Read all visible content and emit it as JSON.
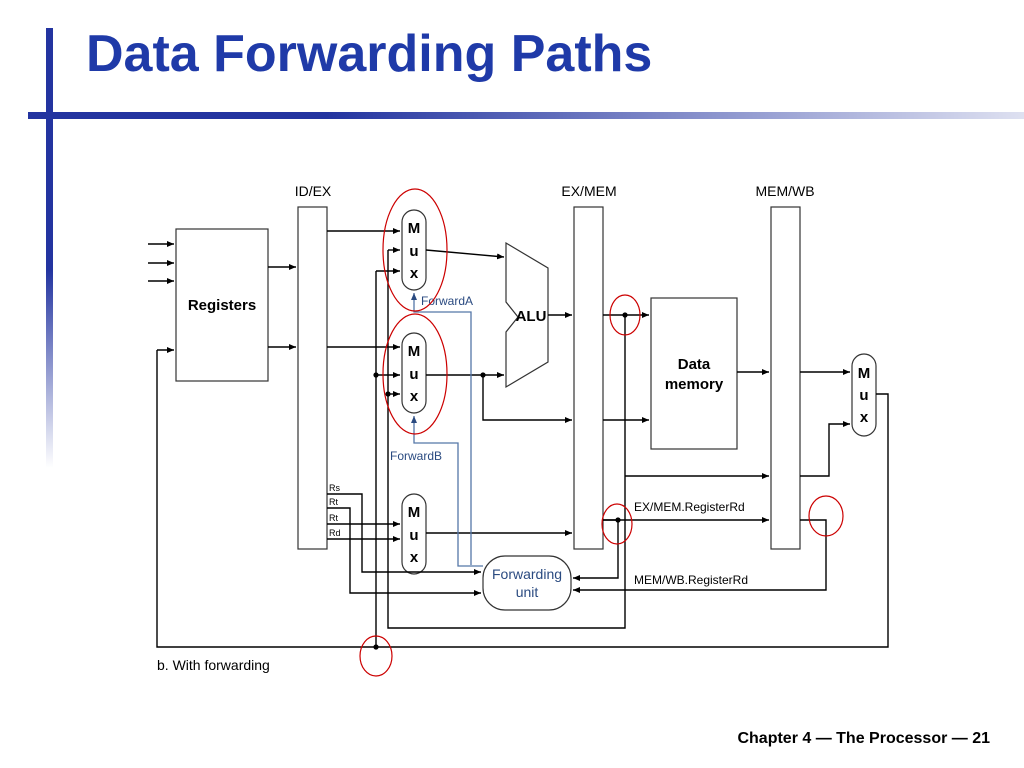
{
  "slide": {
    "title": "Data Forwarding Paths",
    "footer": "Chapter 4 — The Processor — 21"
  },
  "diagram": {
    "pipeline_registers": [
      "ID/EX",
      "EX/MEM",
      "MEM/WB"
    ],
    "registers_label": "Registers",
    "mux_letters": [
      "M",
      "u",
      "x"
    ],
    "alu_label": "ALU",
    "data_memory_label": [
      "Data",
      "memory"
    ],
    "forwarding_unit_label": [
      "Forwarding",
      "unit"
    ],
    "forward_a_label": "ForwardA",
    "forward_b_label": "ForwardB",
    "field_labels": [
      "Rs",
      "Rt",
      "Rt",
      "Rd"
    ],
    "ex_mem_rd_label": "EX/MEM.RegisterRd",
    "mem_wb_rd_label": "MEM/WB.RegisterRd",
    "caption": "b. With forwarding",
    "highlight_color": "#cc0000",
    "title_color": "#1f3aa8"
  }
}
